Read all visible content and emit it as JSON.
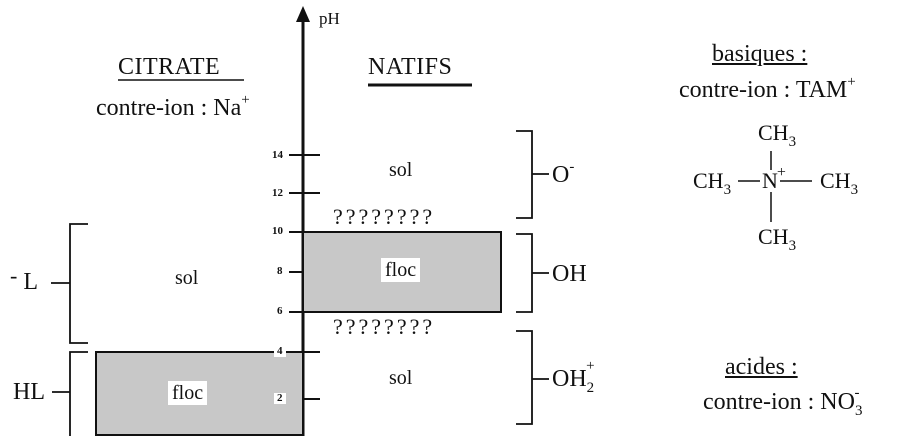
{
  "axis": {
    "label": "pH",
    "ticks": [
      "14",
      "12",
      "10",
      "8",
      "6",
      "4",
      "2"
    ]
  },
  "citrate": {
    "title": "CITRATE",
    "counterion_prefix": "contre-ion : Na",
    "counterion_charge": "+",
    "sol_label": "sol",
    "floc_label": "floc",
    "species_L": "L",
    "species_L_charge": "-",
    "species_HL": "HL"
  },
  "natifs": {
    "title": "NATIFS",
    "sol_top": "sol",
    "floc": "floc",
    "sol_bottom": "sol",
    "question_marks": "????????",
    "species_O": "O",
    "species_O_charge": "-",
    "species_OH": "OH",
    "species_OH2": "OH",
    "species_OH2_sub": "2",
    "species_OH2_charge": "+"
  },
  "basiques": {
    "title": "basiques :",
    "counterion_prefix": "contre-ion : TAM",
    "counterion_charge": "+",
    "molecule": {
      "methyl": "CH",
      "methyl_sub": "3",
      "center": "N",
      "center_charge": "+"
    }
  },
  "acides": {
    "title": "acides :",
    "counterion_prefix": "contre-ion : NO",
    "counterion_sub": "3",
    "counterion_charge": "-"
  },
  "colors": {
    "floc_fill": "#c8c8c8",
    "line": "#111111"
  }
}
